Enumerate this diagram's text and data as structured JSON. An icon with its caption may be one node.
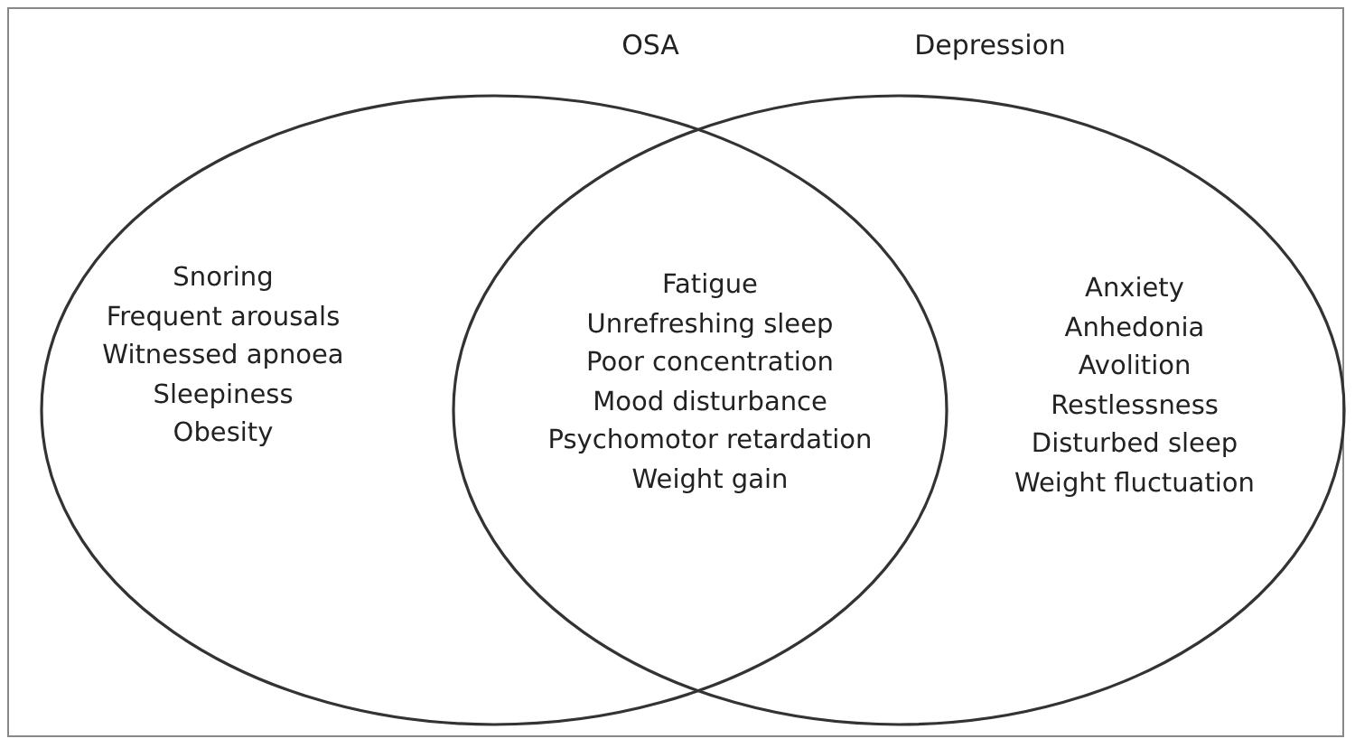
{
  "diagram": {
    "nodes": [
      {
        "text": [
          "OSA",
          "Snoring",
          "Frequent arousals",
          "Witnessed apnoea",
          "Sleepiness",
          "Obesity"
        ]
      },
      {
        "text": [
          "Depression",
          "Anxiety",
          "Anhedonia",
          "Avolition",
          "Restlessness",
          "Disturbed sleep",
          "Weight fluctuation"
        ]
      },
      {
        "text": [
          "Fatigue",
          "Unrefreshing sleep",
          "Poor concentration",
          "Mood disturbance",
          "Psychomotor retardation",
          "Weight gain"
        ]
      }
    ],
    "edges": []
  }
}
